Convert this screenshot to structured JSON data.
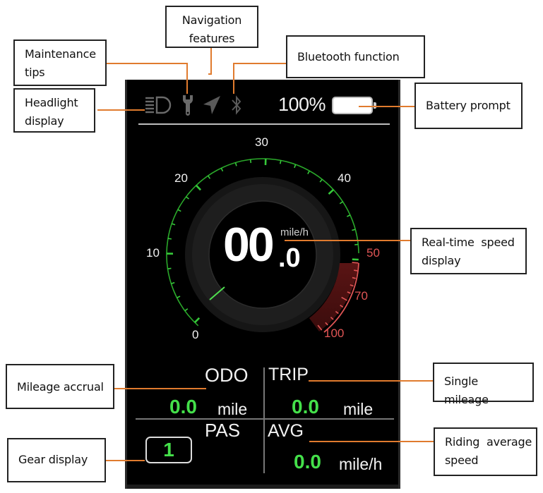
{
  "annotations": {
    "navigation": "Navigation\nfeatures",
    "navigation_line1": "Navigation",
    "navigation_line2": "features",
    "maintenance_line1": "Maintenance",
    "maintenance_line2": "tips",
    "headlight_line1": "Headlight",
    "headlight_line2": "display",
    "bluetooth": "Bluetooth function",
    "battery": "Battery prompt",
    "speed_line1": "Real-time  speed",
    "speed_line2": "display",
    "mileage_accrual": "Mileage accrual",
    "single_mileage": "Single mileage",
    "gear": "Gear display",
    "avg_line1": "Riding  average",
    "avg_line2": "speed"
  },
  "status_bar": {
    "icons": [
      "headlight-icon",
      "wrench-icon",
      "navigation-arrow-icon",
      "bluetooth-icon"
    ],
    "battery_percent": "100%"
  },
  "speedometer": {
    "speed_integer": "00",
    "speed_decimal": ".0",
    "unit": "mile/h",
    "ticks_green": [
      "0",
      "10",
      "20",
      "30",
      "40"
    ],
    "ticks_red": [
      "50",
      "70",
      "100"
    ]
  },
  "stats": {
    "odo": {
      "label": "ODO",
      "value": "0.0",
      "unit": "mile"
    },
    "trip": {
      "label": "TRIP",
      "value": "0.0",
      "unit": "mile"
    },
    "pas": {
      "label": "PAS",
      "gear": "1"
    },
    "avg": {
      "label": "AVG",
      "value": "0.0",
      "unit": "mile/h"
    }
  },
  "colors": {
    "accent_green": "#44e04a",
    "warning_red": "#e05555",
    "leader_line": "#e07b2e",
    "display_bg": "#000000"
  }
}
